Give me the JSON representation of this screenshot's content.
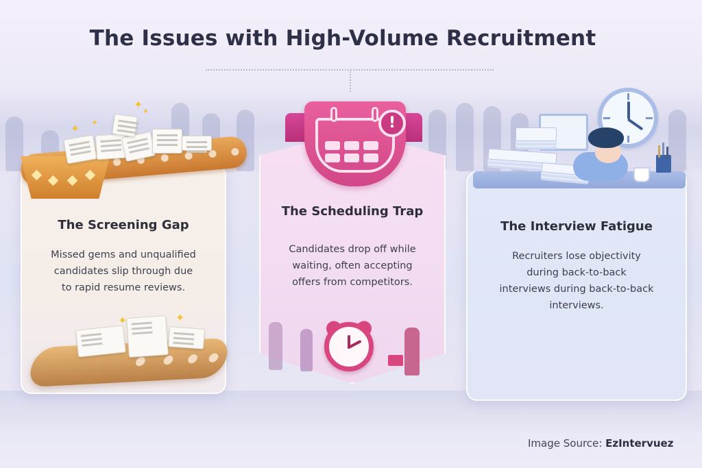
{
  "title": "The Issues with High-Volume Recruitment",
  "cards": [
    {
      "title": "The Screening Gap",
      "description_lines": [
        "Missed gems and unqualified",
        "candidates slip through due",
        "to rapid resume reviews."
      ],
      "accent": "#e39a4a",
      "icon": "conveyor-belt-resumes-icon"
    },
    {
      "title": "The Scheduling Trap",
      "description_lines": [
        "Candidates drop off while",
        "waiting, often accepting",
        "offers from competitors."
      ],
      "accent": "#d9457f",
      "icon": "calendar-alert-icon",
      "alert_glyph": "!"
    },
    {
      "title": "The Interview Fatigue",
      "description_lines": [
        "Recruiters lose objectivity",
        "during back-to-back",
        "interviews during back-to-back",
        "interviews."
      ],
      "accent": "#8fa8dc",
      "icon": "tired-recruiter-desk-icon"
    }
  ],
  "source": {
    "label": "Image Source: ",
    "brand": "EzIntervuez"
  },
  "decor": {
    "star_glyph": "✦"
  }
}
